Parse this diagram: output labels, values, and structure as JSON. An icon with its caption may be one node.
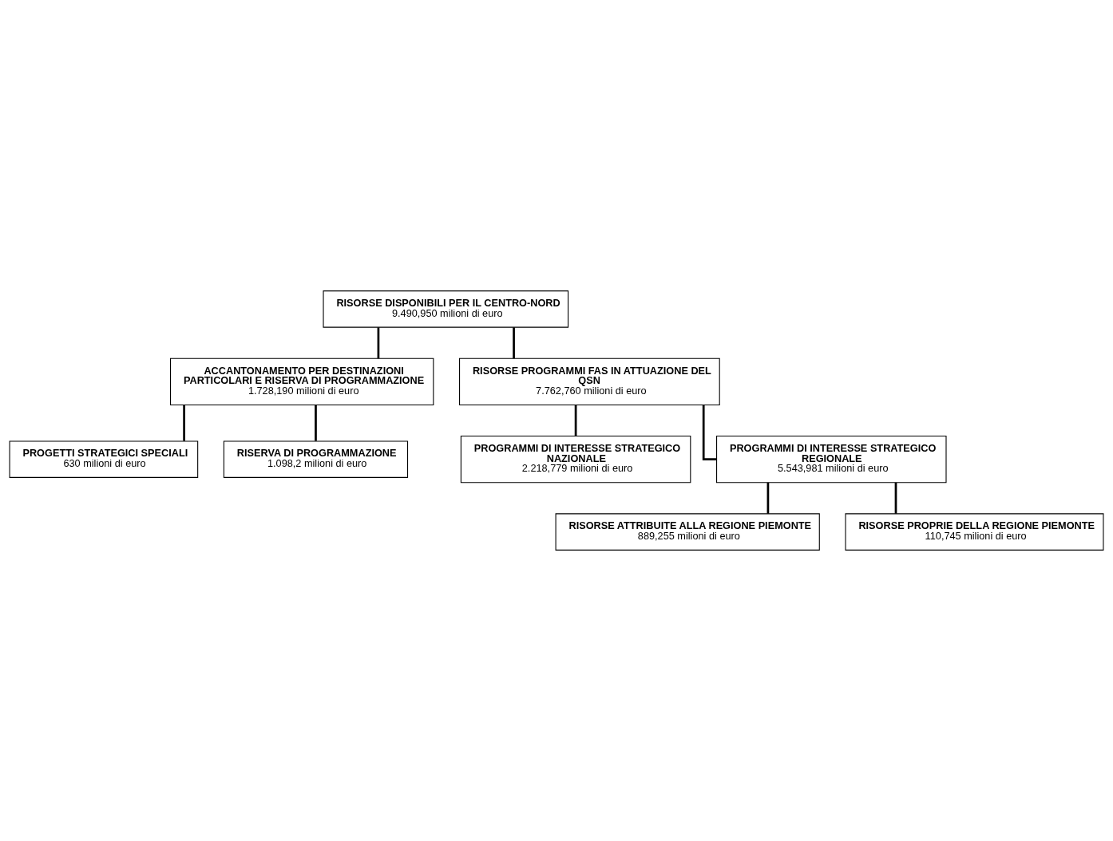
{
  "diagram": {
    "nodes": [
      {
        "text": [
          "RISORSE DISPONIBILI PER IL CENTRO-NORD",
          "9.490,950 milioni di euro"
        ]
      },
      {
        "text": [
          "ACCANTONAMENTO PER DESTINAZIONI PARTICOLARI E RISERVA DI PROGRAMMAZIONE",
          "1.728,190 milioni di euro"
        ]
      },
      {
        "text": [
          "RISORSE PROGRAMMI FAS IN ATTUAZIONE DEL QSN",
          "7.762,760 milioni di euro"
        ]
      },
      {
        "text": [
          "PROGETTI STRATEGICI SPECIALI",
          "630 milioni di euro"
        ]
      },
      {
        "text": [
          "RISERVA DI PROGRAMMAZIONE",
          "1.098,2 milioni di euro"
        ]
      },
      {
        "text": [
          "PROGRAMMI DI INTERESSE STRATEGICO NAZIONALE",
          "2.218,779 milioni di euro"
        ]
      },
      {
        "text": [
          "PROGRAMMI DI INTERESSE STRATEGICO REGIONALE",
          "5.543,981 milioni di euro"
        ]
      },
      {
        "text": [
          "RISORSE ATTRIBUITE ALLA REGIONE PIEMONTE",
          "889,255 milioni di euro"
        ]
      },
      {
        "text": [
          "RISORSE PROPRIE DELLA REGIONE PIEMONTE",
          "110,745 milioni di euro"
        ]
      }
    ],
    "edges": [
      {
        "from": 0,
        "to": 1,
        "arrow": "none"
      },
      {
        "from": 0,
        "to": 2,
        "arrow": "none"
      },
      {
        "from": 1,
        "to": 3,
        "arrow": "none"
      },
      {
        "from": 1,
        "to": 4,
        "arrow": "none"
      },
      {
        "from": 2,
        "to": 5,
        "arrow": "none"
      },
      {
        "from": 2,
        "to": 6,
        "arrow": "none"
      },
      {
        "from": 6,
        "to": 7,
        "arrow": "none"
      },
      {
        "from": 6,
        "to": 8,
        "arrow": "none"
      }
    ]
  }
}
